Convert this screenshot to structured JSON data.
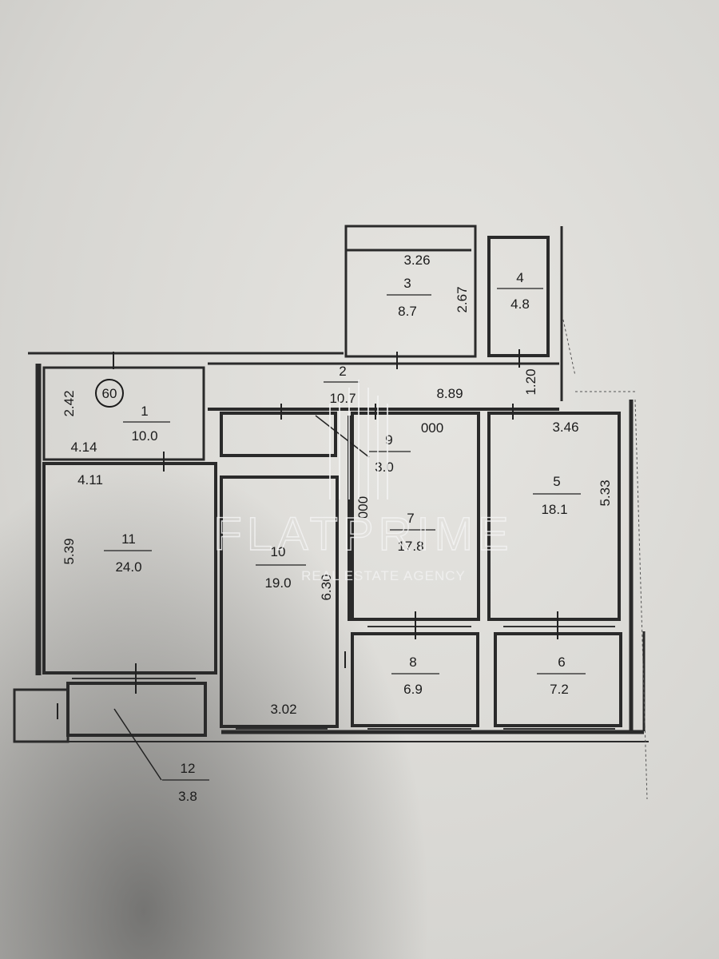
{
  "plan_number": "60",
  "rooms": [
    {
      "id": "1",
      "area": "10.0"
    },
    {
      "id": "2",
      "area": "10.7"
    },
    {
      "id": "3",
      "area": "8.7"
    },
    {
      "id": "4",
      "area": "4.8"
    },
    {
      "id": "5",
      "area": "18.1"
    },
    {
      "id": "6",
      "area": "7.2"
    },
    {
      "id": "7",
      "area": "17.8"
    },
    {
      "id": "8",
      "area": "6.9"
    },
    {
      "id": "9",
      "area": "3.0"
    },
    {
      "id": "10",
      "area": "19.0"
    },
    {
      "id": "11",
      "area": "24.0"
    },
    {
      "id": "12",
      "area": "3.8"
    }
  ],
  "dimensions": {
    "d_3_26": "3.26",
    "d_2_67": "2.67",
    "d_2_42": "2.42",
    "d_4_14": "4.14",
    "d_4_11": "4.11",
    "d_8_89": "8.89",
    "d_1_20": "1.20",
    "d_3_46": "3.46",
    "d_5_33": "5.33",
    "d_5_39": "5.39",
    "d_6_30": "6.30",
    "d_3_02": "3.02",
    "d_000_h": "000",
    "d_000_v": "000"
  },
  "watermark": {
    "brand": "FLATPRIME",
    "tagline": "REAL ESTATE AGENCY"
  }
}
